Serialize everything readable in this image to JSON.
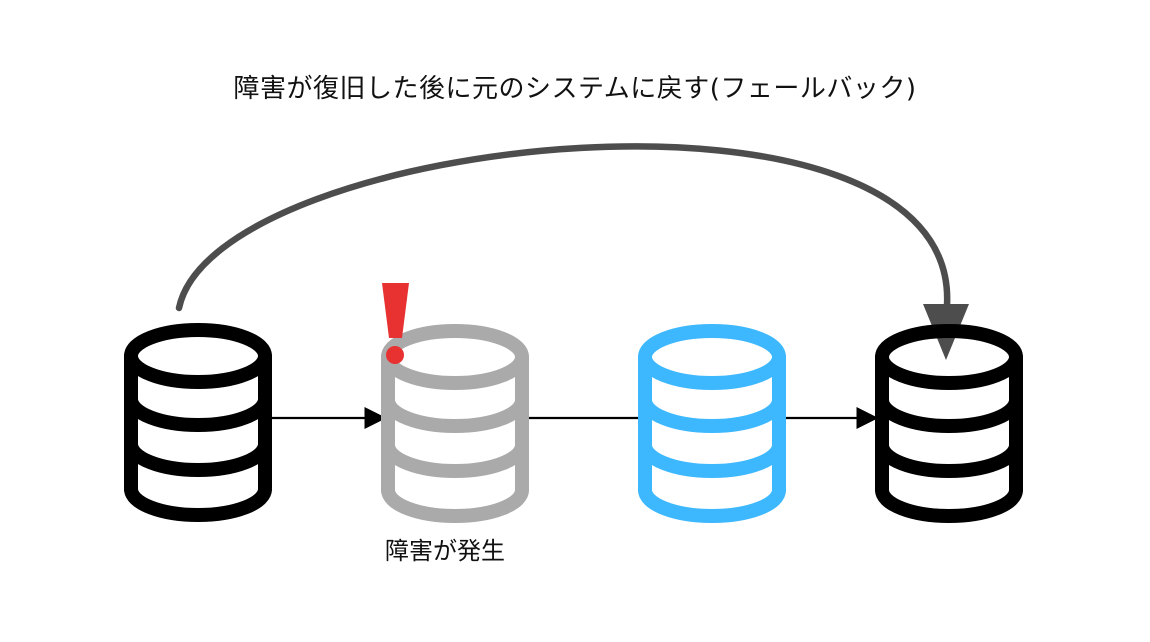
{
  "diagram": {
    "title": "障害が復旧した後に元のシステムに戻す(フェールバック)",
    "failure_label": "障害が発生",
    "nodes": [
      {
        "id": "original-db",
        "color": "#000000",
        "state": "primary"
      },
      {
        "id": "failed-db",
        "color": "#aaaaaa",
        "state": "failed"
      },
      {
        "id": "standby-db",
        "color": "#3db8ff",
        "state": "standby"
      },
      {
        "id": "restored-db",
        "color": "#000000",
        "state": "restored"
      }
    ],
    "alert_icon": "exclamation-icon",
    "alert_color": "#e83232",
    "arc_color": "#4d4d4d",
    "connector_color": "#000000"
  }
}
